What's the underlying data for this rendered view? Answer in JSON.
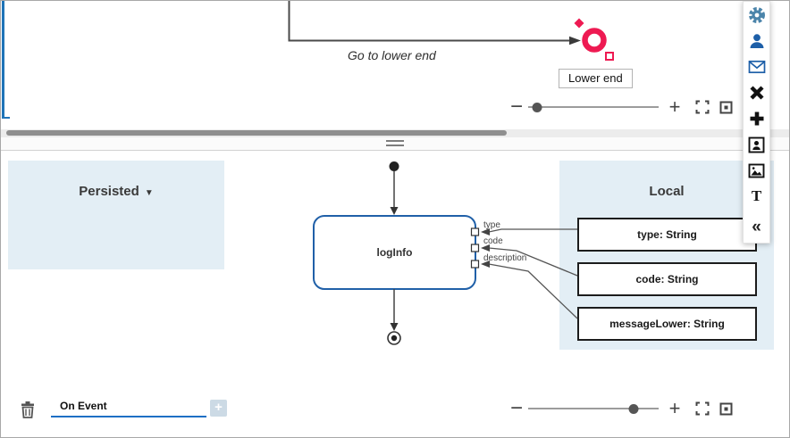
{
  "top_canvas": {
    "transition_label": "Go to lower end",
    "end_node_label": "Lower end"
  },
  "toolbar": {
    "items": [
      {
        "name": "settings-icon"
      },
      {
        "name": "user-icon"
      },
      {
        "name": "mail-icon"
      },
      {
        "name": "close-icon"
      },
      {
        "name": "add-icon"
      },
      {
        "name": "assign-user-icon"
      },
      {
        "name": "image-icon"
      },
      {
        "name": "text-icon",
        "glyph": "T"
      },
      {
        "name": "collapse-icon",
        "glyph": "«"
      }
    ]
  },
  "panels": {
    "persisted": {
      "label": "Persisted",
      "caret": "▼"
    },
    "local": {
      "label": "Local",
      "items": [
        {
          "label": "type: String"
        },
        {
          "label": "code: String"
        },
        {
          "label": "messageLower: String"
        }
      ]
    }
  },
  "diagram": {
    "state_label": "logInfo",
    "ports": [
      {
        "label": "type"
      },
      {
        "label": "code"
      },
      {
        "label": "description"
      }
    ]
  },
  "footer": {
    "event_value": "On Event",
    "add_label": "+"
  },
  "zoom": {
    "minus": "−",
    "plus": "+",
    "top_slider_pct": 7,
    "bottom_slider_pct": 81
  },
  "colors": {
    "accent_blue": "#2060a8",
    "panel_blue": "#e3eef5",
    "selection_red": "#ee1a52"
  }
}
